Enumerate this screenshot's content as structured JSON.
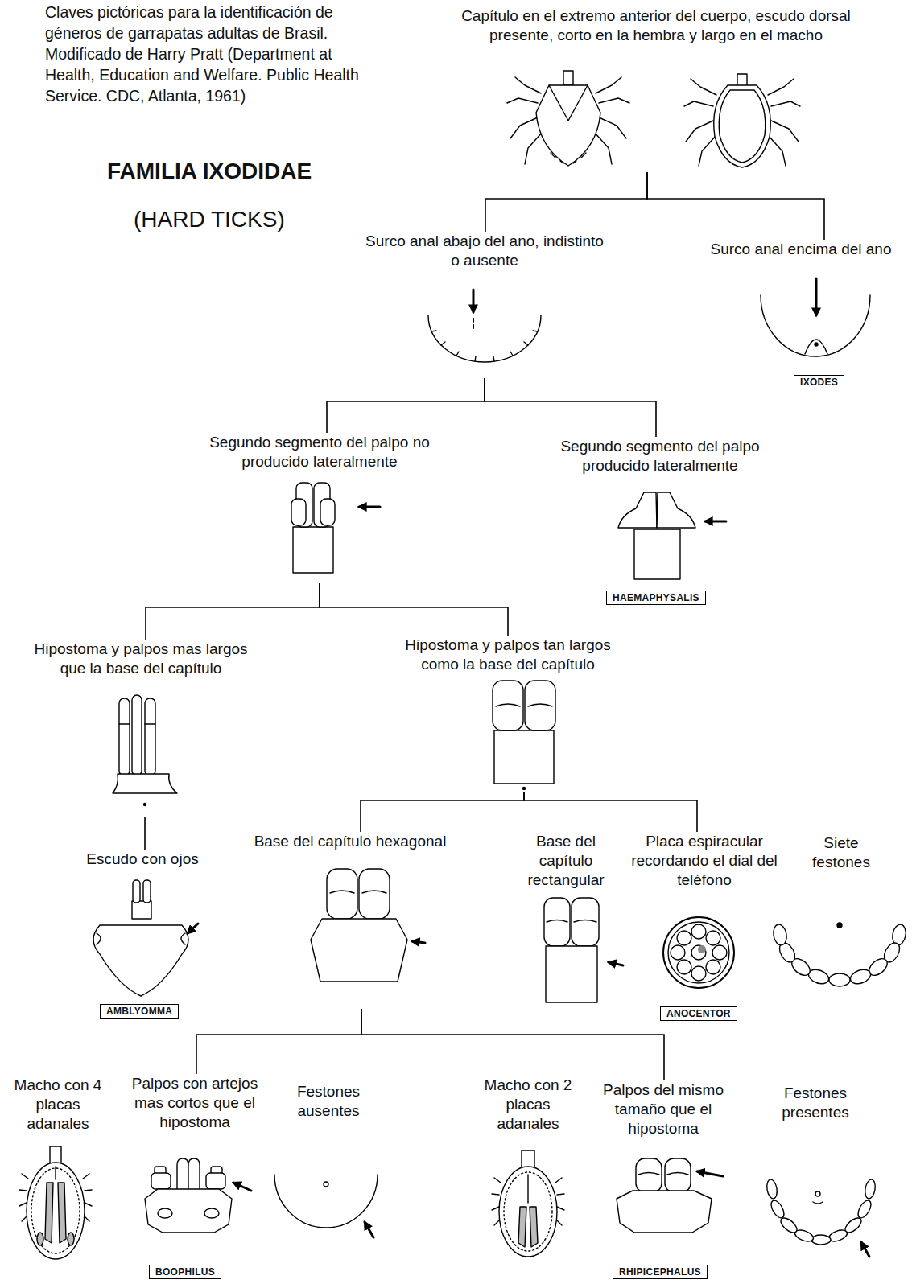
{
  "diagram": {
    "title": "FAMILIA IXODIDAE",
    "nodes": [
      {
        "text": [
          "Capítulo en el extremo anterior del cuerpo, escudo dorsal presente, corto en la hembra y largo en el macho"
        ]
      },
      {
        "text": [
          "Surco anal abajo del ano, indistinto o ausente"
        ]
      },
      {
        "text": [
          "Surco anal encima del ano"
        ]
      },
      {
        "text": [
          "IXODES"
        ]
      },
      {
        "text": [
          "Segundo segmento del palpo no producido lateralmente"
        ]
      },
      {
        "text": [
          "Segundo segmento del palpo producido lateralmente"
        ]
      },
      {
        "text": [
          "HAEMAPHYSALIS"
        ]
      },
      {
        "text": [
          "Hipostoma y palpos mas largos que la base del capítulo"
        ]
      },
      {
        "text": [
          "Hipostoma y palpos tan largos como la base del capítulo"
        ]
      },
      {
        "text": [
          "Escudo con ojos"
        ]
      },
      {
        "text": [
          "AMBLYOMMA"
        ]
      },
      {
        "text": [
          "Base del capítulo hexagonal"
        ]
      },
      {
        "text": [
          "Base del capítulo rectangular"
        ]
      },
      {
        "text": [
          "Placa espiracular recordando el dial del teléfono"
        ]
      },
      {
        "text": [
          "Siete festones"
        ]
      },
      {
        "text": [
          "ANOCENTOR"
        ]
      },
      {
        "text": [
          "Macho con 4 placas adanales"
        ]
      },
      {
        "text": [
          "Palpos con artejos mas cortos que el hipostoma"
        ]
      },
      {
        "text": [
          "Festones ausentes"
        ]
      },
      {
        "text": [
          "BOOPHILUS"
        ]
      },
      {
        "text": [
          "Macho con 2 placas adanales"
        ]
      },
      {
        "text": [
          "Palpos del mismo tamaño que el hipostoma"
        ]
      },
      {
        "text": [
          "Festones presentes"
        ]
      },
      {
        "text": [
          "RHIPICEPHALUS"
        ]
      }
    ],
    "edges": [
      {
        "from": 0,
        "to": 1,
        "arrow": "none"
      },
      {
        "from": 0,
        "to": 2,
        "arrow": "none"
      },
      {
        "from": 1,
        "to": 4,
        "arrow": "none"
      },
      {
        "from": 1,
        "to": 5,
        "arrow": "none"
      },
      {
        "from": 4,
        "to": 7,
        "arrow": "none"
      },
      {
        "from": 4,
        "to": 8,
        "arrow": "none"
      },
      {
        "from": 7,
        "to": 9,
        "arrow": "none"
      },
      {
        "from": 8,
        "to": 11,
        "arrow": "none"
      },
      {
        "from": 8,
        "to": 13,
        "arrow": "none"
      },
      {
        "from": 11,
        "to": 17,
        "arrow": "none"
      },
      {
        "from": 11,
        "to": 21,
        "arrow": "none"
      }
    ],
    "labels": [
      "Claves pictóricas para la identificación de géneros de garrapatas adultas de Brasil. Modificado de Harry Pratt (Department at Health, Education and Welfare. Public Health Service. CDC, Atlanta, 1961)",
      "(HARD TICKS)"
    ]
  }
}
